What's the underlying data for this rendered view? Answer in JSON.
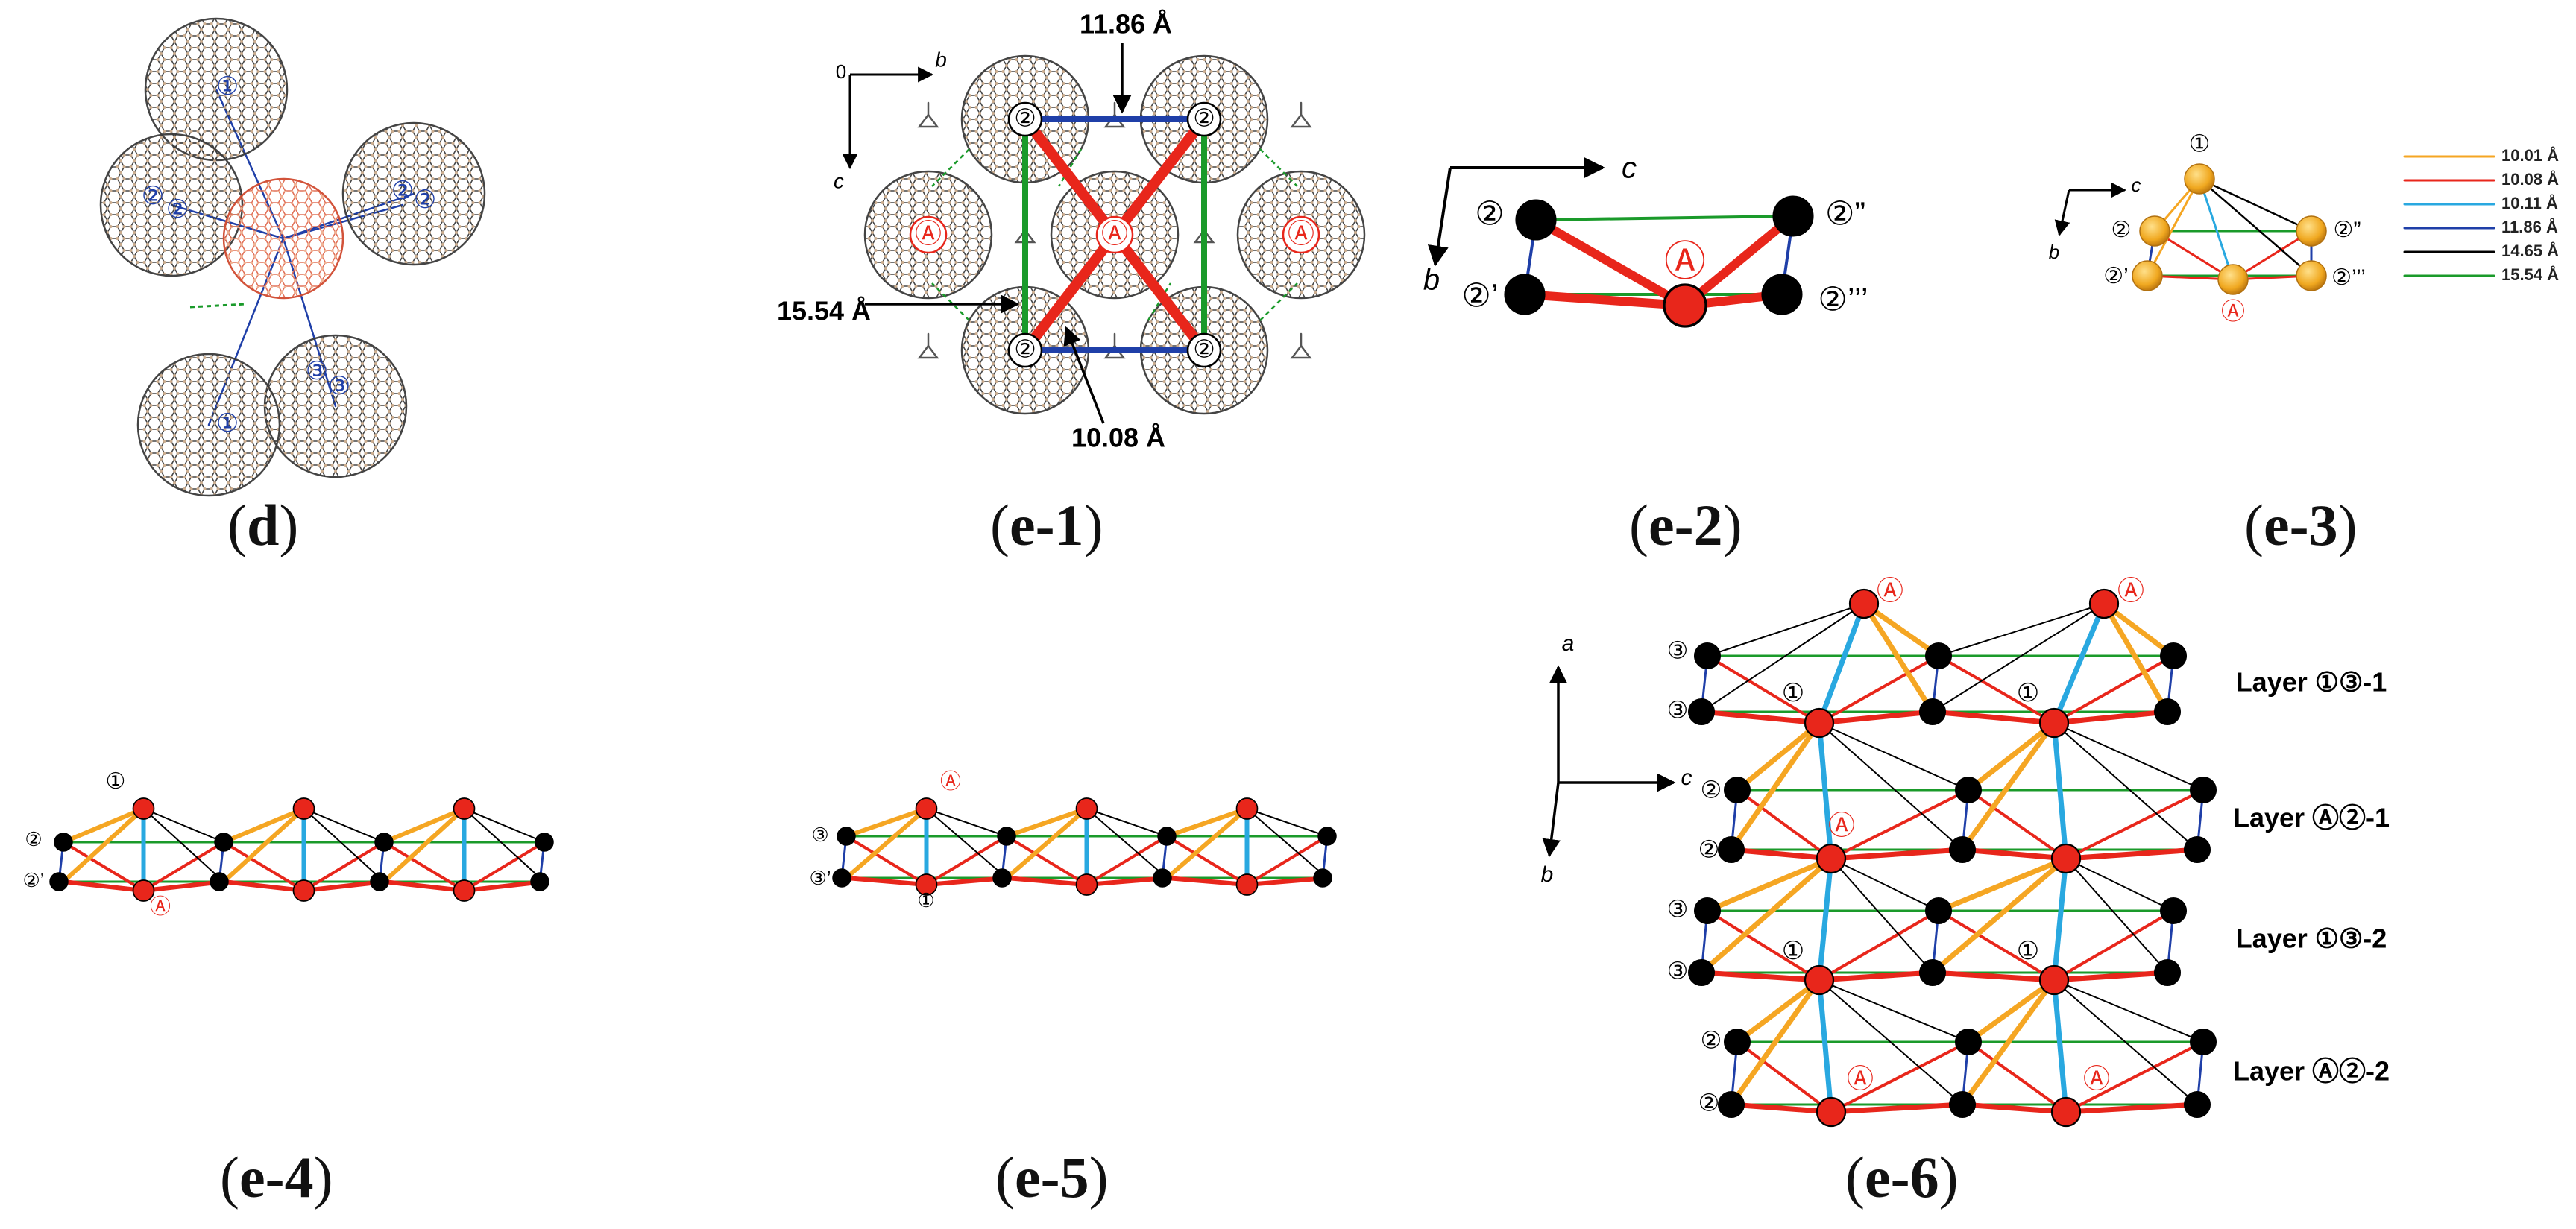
{
  "captions": {
    "d": "d",
    "e1": "e-1",
    "e2": "e-2",
    "e3": "e-3",
    "e4": "e-4",
    "e5": "e-5",
    "e6": "e-6"
  },
  "circled": {
    "one": "①",
    "two": "②",
    "three": "③",
    "A": "Ⓐ"
  },
  "panel_d": {
    "molecule_labels": [
      "①",
      "②",
      "②",
      "②",
      "②",
      "③",
      "③",
      "①"
    ]
  },
  "panel_e1": {
    "origin": "0",
    "axis_b": "b",
    "axis_c": "c",
    "dist_top": "11.86 Å",
    "dist_left": "15.54 Å",
    "dist_bottom": "10.08 Å"
  },
  "panel_e2": {
    "axis_c": "c",
    "axis_b": "b",
    "labels": [
      "②",
      "②’",
      "②”",
      "②’’’"
    ]
  },
  "panel_e3": {
    "axis_c": "c",
    "axis_b": "b",
    "labels": [
      "①",
      "②",
      "②’",
      "②”",
      "②’’’"
    ],
    "legend": [
      {
        "label": "10.01 Å",
        "color": "#f5a623"
      },
      {
        "label": "10.08 Å",
        "color": "#e8261b"
      },
      {
        "label": "10.11 Å",
        "color": "#29a8e0"
      },
      {
        "label": "11.86 Å",
        "color": "#1f3fa8"
      },
      {
        "label": "14.65 Å",
        "color": "#000000"
      },
      {
        "label": "15.54 Å",
        "color": "#1a9a2a"
      }
    ]
  },
  "panel_e4": {
    "labels": [
      "①",
      "②",
      "②’"
    ]
  },
  "panel_e5": {
    "labels": [
      "③",
      "③’"
    ]
  },
  "panel_e6": {
    "axis_a": "a",
    "axis_c": "c",
    "axis_b": "b",
    "layers": [
      "Layer ①③-1",
      "Layer Ⓐ②-1",
      "Layer ①③-2",
      "Layer Ⓐ②-2"
    ]
  },
  "colors": {
    "orange": "#f5a623",
    "red": "#e8261b",
    "cyan": "#29a8e0",
    "blue": "#1f3fa8",
    "black": "#000000",
    "green": "#1a9a2a",
    "node_red": "#e8261b",
    "fullerene": "#c9a98a"
  }
}
